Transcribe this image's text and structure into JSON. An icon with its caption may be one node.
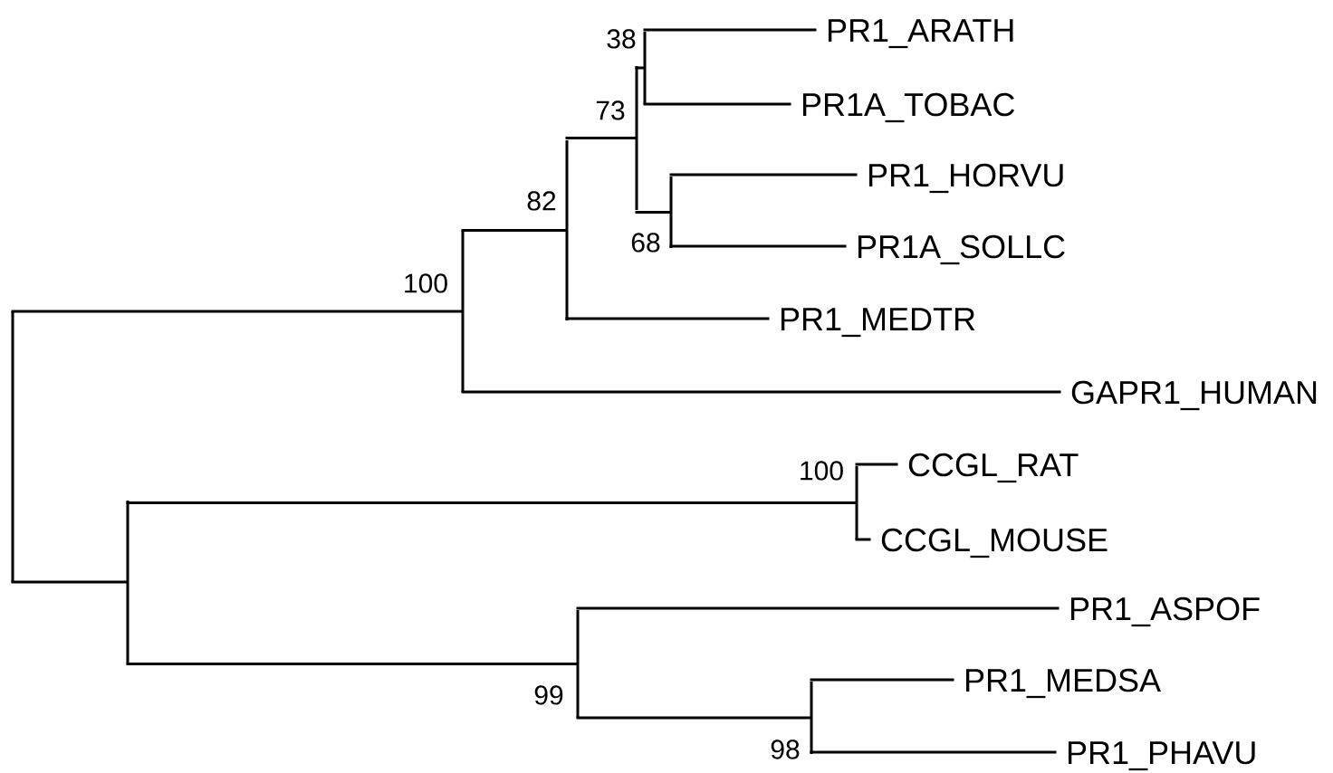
{
  "diagram": {
    "nodes": [
      {
        "text": [],
        "shape": "bar"
      },
      {
        "text": [],
        "shape": "bar",
        "beside": [
          "100"
        ]
      },
      {
        "text": [],
        "shape": "bar",
        "beside": [
          "82"
        ]
      },
      {
        "text": [],
        "shape": "bar",
        "beside": [
          "73"
        ]
      },
      {
        "text": [],
        "shape": "bar",
        "beside": [
          "38"
        ]
      },
      {
        "text": [
          "PR1_ARATH"
        ]
      },
      {
        "text": [
          "PR1A_TOBAC"
        ]
      },
      {
        "text": [],
        "shape": "bar",
        "beside": [
          "68"
        ]
      },
      {
        "text": [
          "PR1_HORVU"
        ]
      },
      {
        "text": [
          "PR1A_SOLLC"
        ]
      },
      {
        "text": [
          "PR1_MEDTR"
        ]
      },
      {
        "text": [
          "GAPR1_HUMAN"
        ]
      },
      {
        "text": [],
        "shape": "bar"
      },
      {
        "text": [],
        "shape": "bar",
        "beside": [
          "100"
        ]
      },
      {
        "text": [
          "CCGL_RAT"
        ]
      },
      {
        "text": [
          "CCGL_MOUSE"
        ]
      },
      {
        "text": [],
        "shape": "bar",
        "beside": [
          "99"
        ]
      },
      {
        "text": [
          "PR1_ASPOF"
        ]
      },
      {
        "text": [],
        "shape": "bar",
        "beside": [
          "98"
        ]
      },
      {
        "text": [
          "PR1_MEDSA"
        ]
      },
      {
        "text": [
          "PR1_PHAVU"
        ]
      }
    ],
    "edges": [
      {
        "from": 0,
        "to": 1,
        "arrow": "none"
      },
      {
        "from": 1,
        "to": 2,
        "arrow": "none"
      },
      {
        "from": 2,
        "to": 3,
        "arrow": "none"
      },
      {
        "from": 3,
        "to": 4,
        "arrow": "none"
      },
      {
        "from": 4,
        "to": 5,
        "arrow": "none"
      },
      {
        "from": 4,
        "to": 6,
        "arrow": "none"
      },
      {
        "from": 3,
        "to": 7,
        "arrow": "none"
      },
      {
        "from": 7,
        "to": 8,
        "arrow": "none"
      },
      {
        "from": 7,
        "to": 9,
        "arrow": "none"
      },
      {
        "from": 2,
        "to": 10,
        "arrow": "none"
      },
      {
        "from": 1,
        "to": 11,
        "arrow": "none"
      },
      {
        "from": 0,
        "to": 12,
        "arrow": "none"
      },
      {
        "from": 12,
        "to": 13,
        "arrow": "none"
      },
      {
        "from": 13,
        "to": 14,
        "arrow": "none"
      },
      {
        "from": 13,
        "to": 15,
        "arrow": "none"
      },
      {
        "from": 12,
        "to": 16,
        "arrow": "none"
      },
      {
        "from": 16,
        "to": 17,
        "arrow": "none"
      },
      {
        "from": 16,
        "to": 18,
        "arrow": "none"
      },
      {
        "from": 18,
        "to": 19,
        "arrow": "none"
      },
      {
        "from": 18,
        "to": 20,
        "arrow": "none"
      }
    ]
  }
}
